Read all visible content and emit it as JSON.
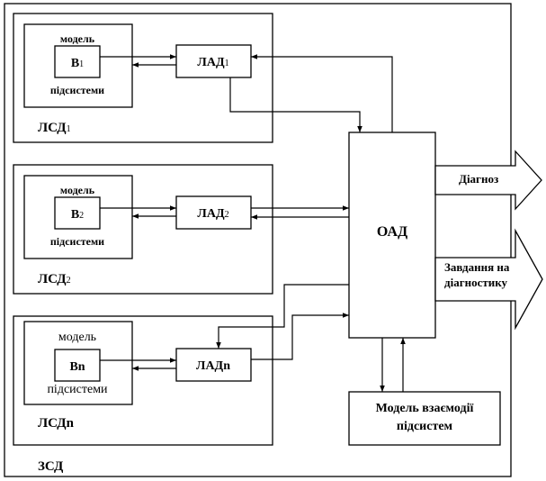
{
  "outer_label": "ЗСД",
  "subsystems": [
    {
      "lsd_base": "ЛСД",
      "lsd_sub": "1",
      "block_base": "В",
      "block_sub": "1",
      "lad_base": "ЛАД",
      "lad_sub": "1",
      "model_top": "модель",
      "model_bottom": "підсистеми"
    },
    {
      "lsd_base": "ЛСД",
      "lsd_sub": "2",
      "block_base": "В",
      "block_sub": "2",
      "lad_base": "ЛАД",
      "lad_sub": "2",
      "model_top": "модель",
      "model_bottom": "підсистеми"
    },
    {
      "lsd_base": "ЛСДn",
      "lsd_sub": "",
      "block_base": "Вn",
      "block_sub": "",
      "lad_base": "ЛАДn",
      "lad_sub": "",
      "model_top": "модель",
      "model_bottom": "підсистеми"
    }
  ],
  "oad": "ОАД",
  "interaction_model": {
    "line1": "Модель взаємодії",
    "line2": "підсистем"
  },
  "outputs": {
    "diagnosis": "Діагноз",
    "task_line1": "Завдання на",
    "task_line2": "діагностику"
  }
}
